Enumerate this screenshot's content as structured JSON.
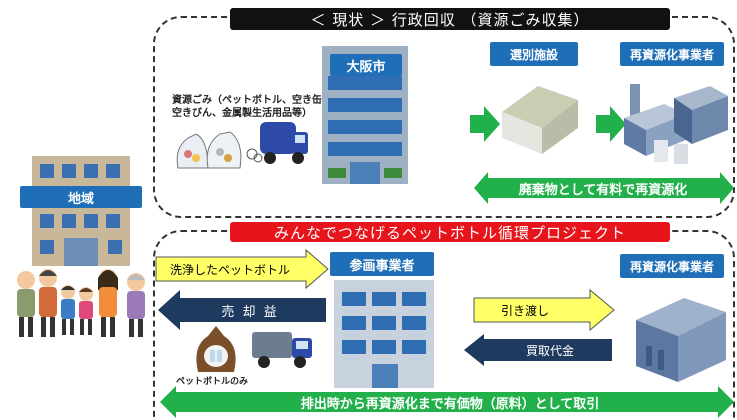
{
  "top": {
    "title": "＜ 現状 ＞ 行政回収 （資源ごみ収集）",
    "resource_label_line1": "資源ごみ（ペットボトル、空き缶、",
    "resource_label_line2": "空きびん、金属製生活用品等）",
    "city_label": "大阪市",
    "sorting_label": "選別施設",
    "recycler_label": "再資源化事業者",
    "green_bar_text": "廃棄物として有料で再資源化"
  },
  "left": {
    "region_label": "地域"
  },
  "bottom": {
    "title": "みんなでつなげるペットボトル循環プロジェクト",
    "washed_label": "洗浄したペットボトル",
    "sales_label": "売 却 益",
    "participant_label": "参画事業者",
    "handover_label": "引き渡し",
    "purchase_label": "買取代金",
    "recycler_label": "再資源化事業者",
    "bag_label": "ペットボトルのみ",
    "green_bar_text": "排出時から再資源化まで有価物（原料）として取引"
  },
  "colors": {
    "dark_bar": "#111111",
    "red_bar": "#e8141b",
    "blue_tag": "#1f6fb8",
    "green": "#22b04b",
    "yellow": "#ffff66",
    "navy": "#1e3a5f"
  }
}
